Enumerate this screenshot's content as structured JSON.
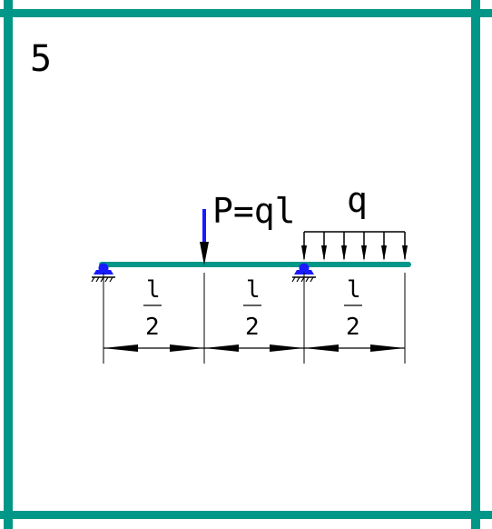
{
  "panel": {
    "number": "5"
  },
  "load": {
    "point_label": "P=ql",
    "distributed_label": "q"
  },
  "dimensions": [
    {
      "numerator": "l",
      "denominator": "2"
    },
    {
      "numerator": "l",
      "denominator": "2"
    },
    {
      "numerator": "l",
      "denominator": "2"
    }
  ],
  "colors": {
    "frame": "#009688",
    "beam": "#009688",
    "load": "#1a1aff",
    "support": "#1a1aff",
    "ink": "#000000"
  }
}
